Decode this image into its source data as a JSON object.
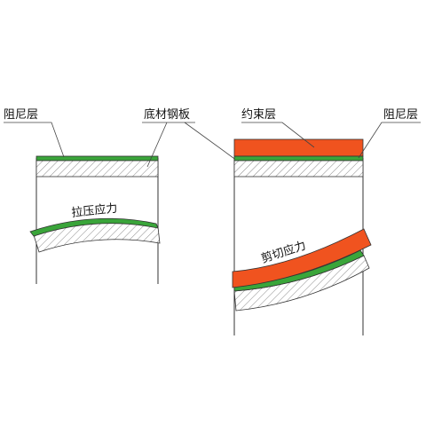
{
  "labels": {
    "damping_left": "阻尼层",
    "substrate_steel": "底材钢板",
    "constraint_layer": "约束层",
    "damping_right": "阻尼层",
    "tension_compression_stress": "拉压应力",
    "shear_stress": "剪切应力"
  },
  "colors": {
    "damping_layer": "#3aa53a",
    "constraint_layer": "#f0531f",
    "hatch_line": "#888888",
    "outline": "#333333"
  }
}
